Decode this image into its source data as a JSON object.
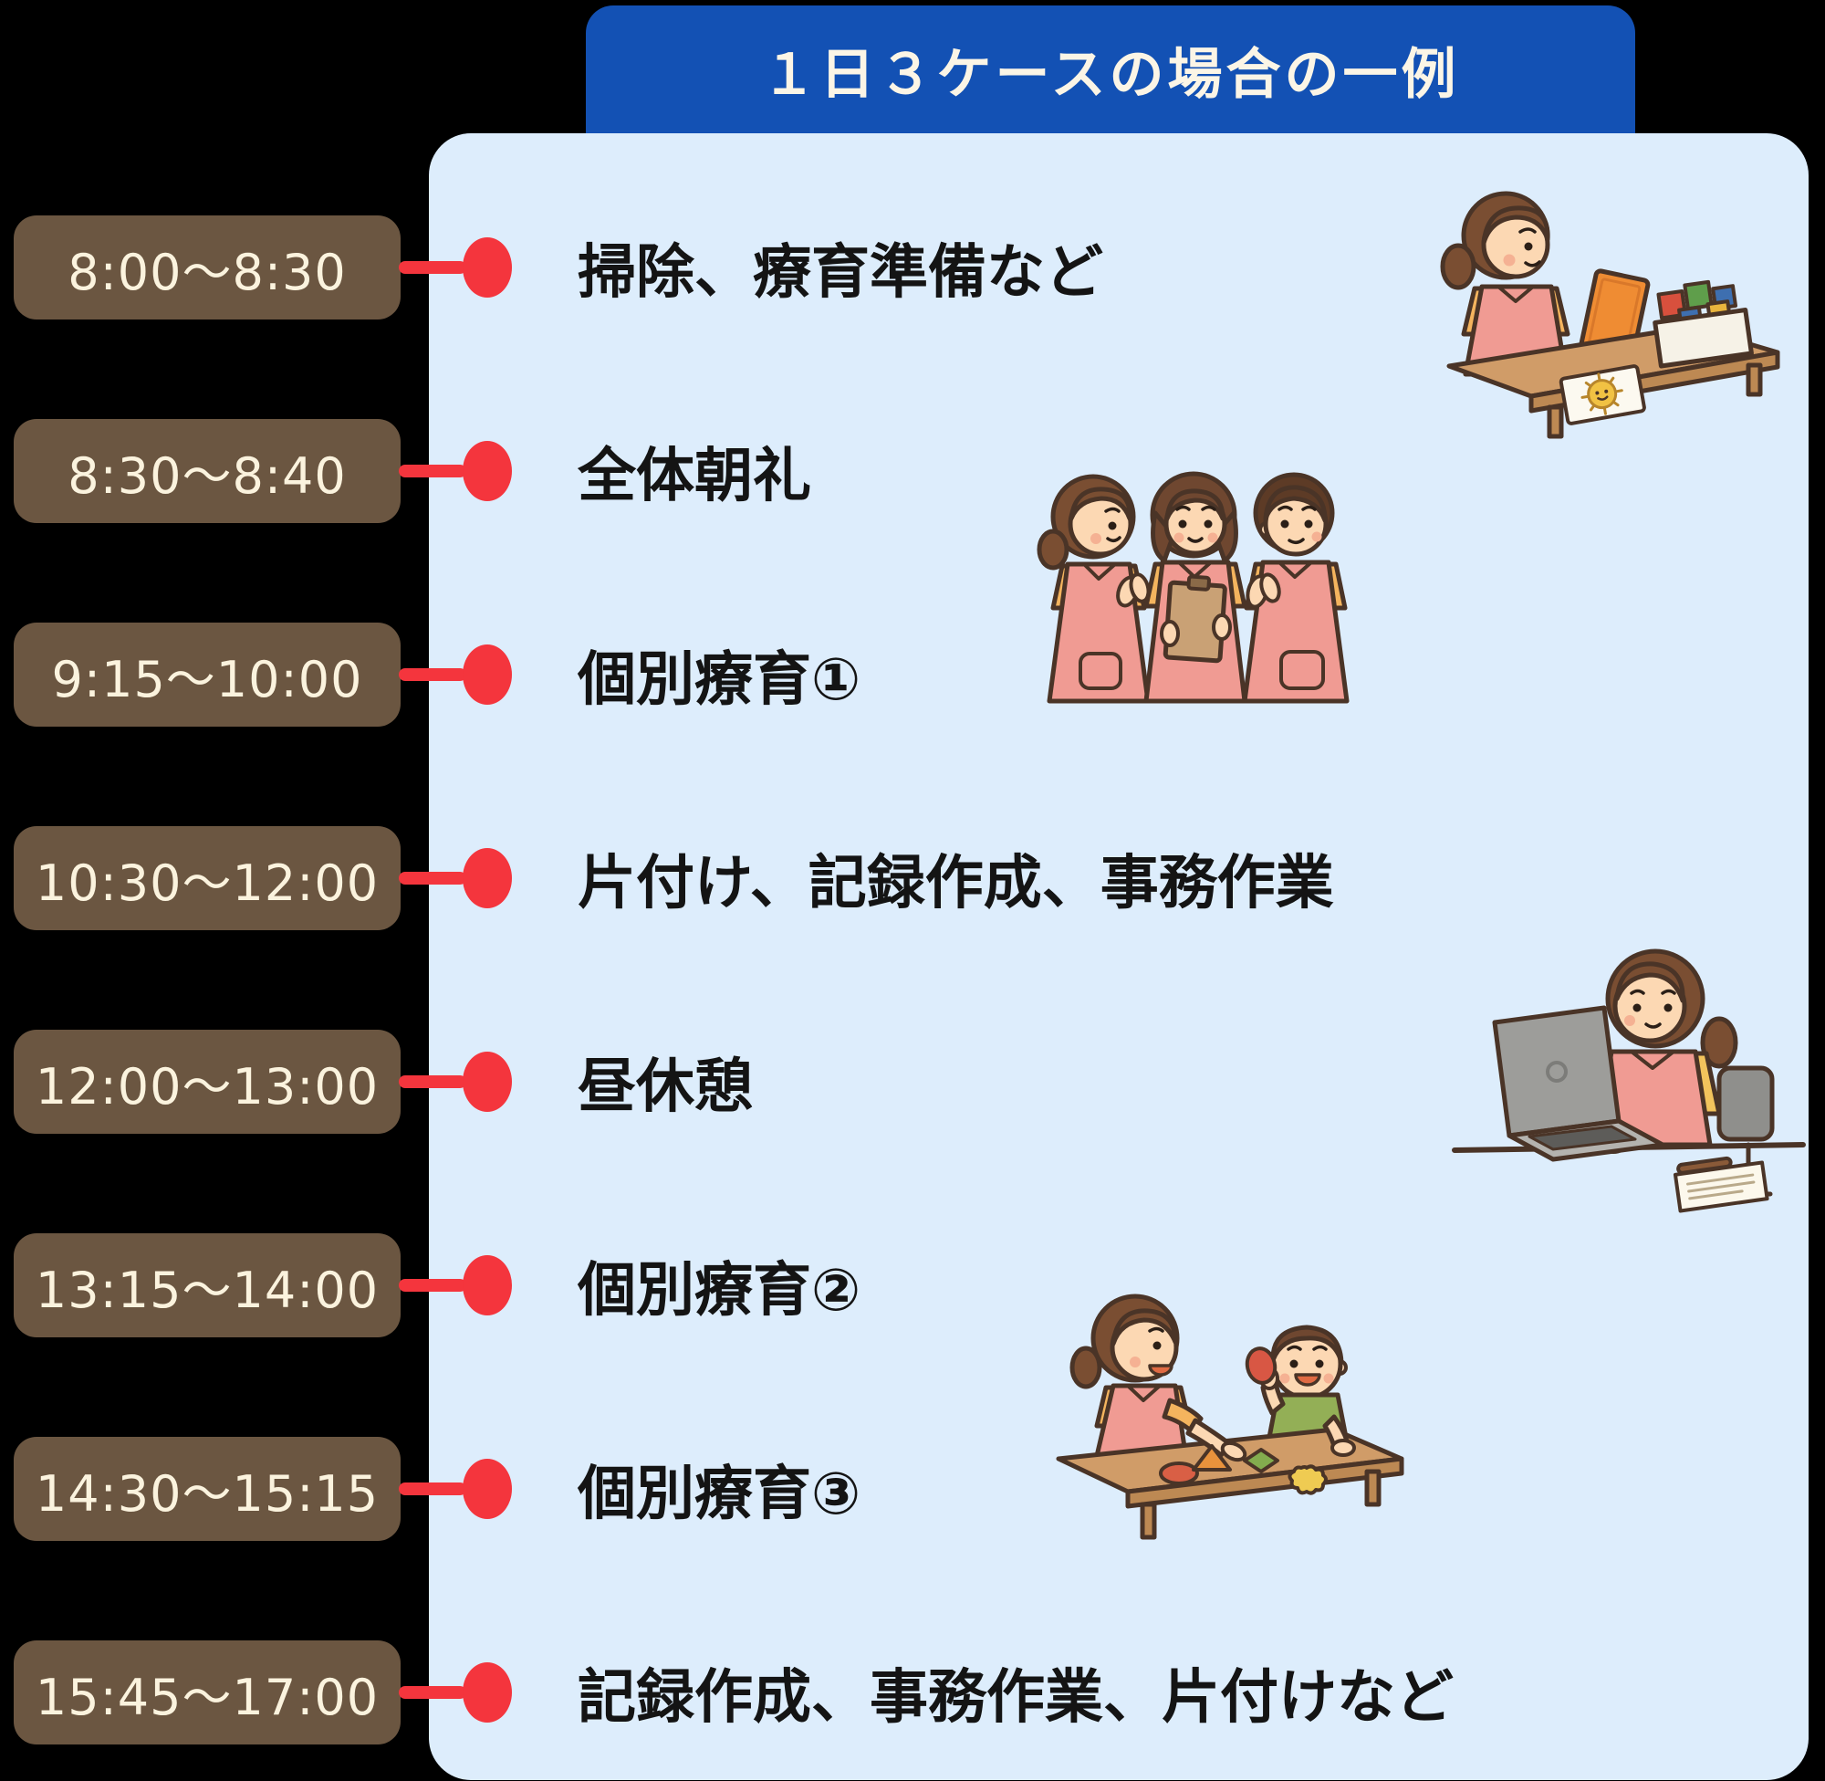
{
  "header": {
    "title": "１日３ケースの場合の一例"
  },
  "colors": {
    "background": "#000000",
    "header_bg": "#1351b4",
    "header_text": "#fbf5e6",
    "panel_bg": "#ddedfc",
    "time_badge_bg": "#6b5641",
    "time_badge_text": "#fbf3de",
    "connector_red": "#f4353d",
    "activity_text": "#141414"
  },
  "schedule": [
    {
      "time": "8:00〜8:30",
      "activity": "掃除、療育準備など"
    },
    {
      "time": "8:30〜8:40",
      "activity": "全体朝礼"
    },
    {
      "time": "9:15〜10:00",
      "activity": "個別療育①"
    },
    {
      "time": "10:30〜12:00",
      "activity": "片付け、記録作成、事務作業"
    },
    {
      "time": "12:00〜13:00",
      "activity": "昼休憩"
    },
    {
      "time": "13:15〜14:00",
      "activity": "個別療育②"
    },
    {
      "time": "14:30〜15:15",
      "activity": "個別療育③"
    },
    {
      "time": "15:45〜17:00",
      "activity": "記録作成、事務作業、片付けなど"
    }
  ],
  "illustrations": [
    {
      "name": "staff-preparing-materials-illustration",
      "alt": "apron-wearing staff preparing blocks and materials at a desk"
    },
    {
      "name": "staff-morning-meeting-illustration",
      "alt": "three apron-wearing staff at morning meeting, one holding clipboard"
    },
    {
      "name": "staff-laptop-recording-illustration",
      "alt": "apron-wearing staff typing records on a laptop at a desk"
    },
    {
      "name": "staff-child-play-therapy-illustration",
      "alt": "staff and child playing with shapes at a table"
    }
  ]
}
